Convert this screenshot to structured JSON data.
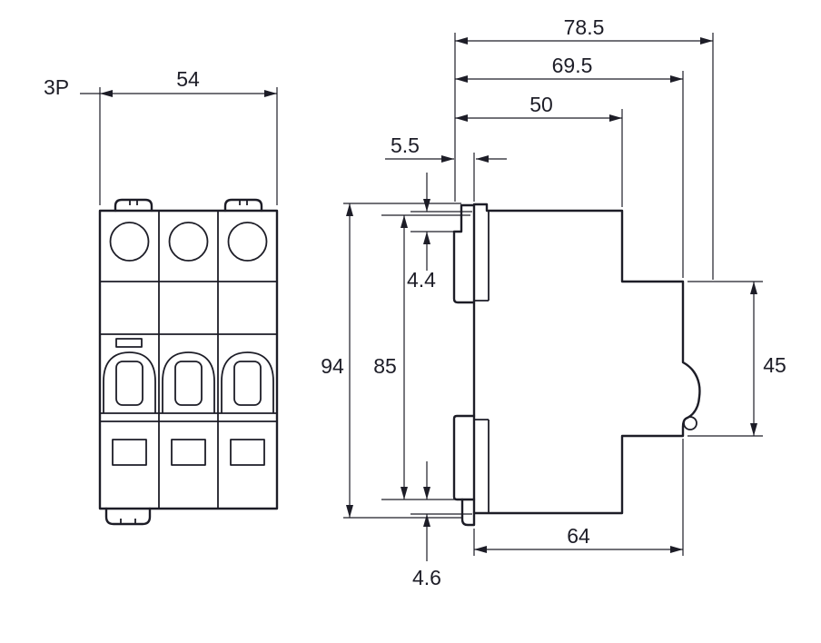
{
  "colors": {
    "line": "#1d1d27",
    "background": "#ffffff"
  },
  "front_view": {
    "pole_label": "3P",
    "width": "54"
  },
  "side_view": {
    "overall_depth": "78.5",
    "depth_without_rear_clip": "69.5",
    "upper_body_depth": "50",
    "rear_clip_protrusion": "5.5",
    "top_clip_step": "4.4",
    "overall_height": "94",
    "body_height": "85",
    "front_face_height": "45",
    "base_depth": "64",
    "bottom_clip_step": "4.6"
  }
}
